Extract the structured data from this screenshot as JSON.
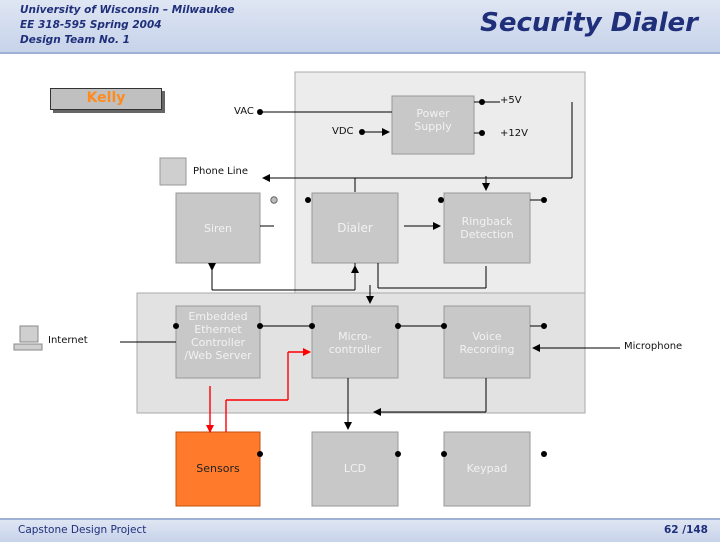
{
  "header": {
    "line1": "University of Wisconsin – Milwaukee",
    "line2": "EE 318-595 Spring 2004",
    "line3": "Design Team No. 1",
    "title": "Security Dialer"
  },
  "badge": {
    "name": "Kelly"
  },
  "labels": {
    "vac": "VAC",
    "vdc": "VDC",
    "plus5v": "+5V",
    "plus12v": "+12V",
    "phone_line": "Phone Line",
    "internet": "Internet",
    "microphone": "Microphone"
  },
  "blocks": {
    "power_supply": "Power Supply",
    "siren": "Siren",
    "dialer": "Dialer",
    "ringback": "Ringback Detection",
    "ethernet": "Embedded Ethernet Controller /Web Server",
    "micro": "Micro-controller",
    "voice": "Voice Recording",
    "sensors": "Sensors",
    "lcd": "LCD",
    "keypad": "Keypad"
  },
  "footer": {
    "left": "Capstone Design Project",
    "page": "62 /148"
  },
  "colors": {
    "accent": "#1f2f7a",
    "sensors": "#ff7a2a",
    "highlight": "#ff0000",
    "block": "#c8c8c8"
  }
}
